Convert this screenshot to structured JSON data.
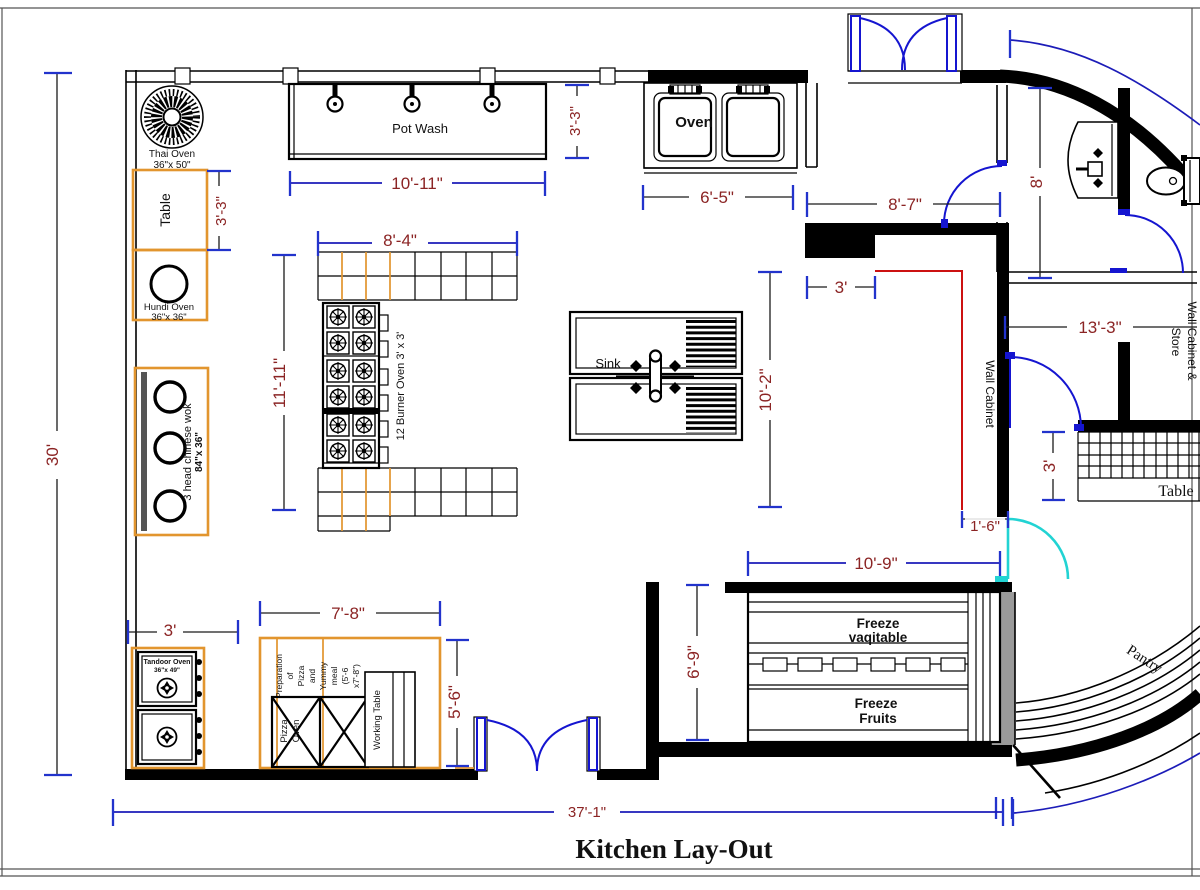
{
  "title": "Kitchen Lay-Out",
  "labels": {
    "thai_oven": "Thai Oven",
    "thai_oven_size": "36\"x 50\"",
    "table_left": "Table",
    "hundi_oven": "Hundi Oven",
    "hundi_oven_size": "36\"x 36\"",
    "wok": "3 head chinese wok",
    "wok_size": "84\"x 36\"",
    "pot_wash": "Pot Wash",
    "oven": "Oven",
    "burner_oven": "12 Burner Oven 3' x 3'",
    "sink": "Sink",
    "wall_cabinet": "Wall Cabinet",
    "wall_cabinet_store_1": "Wall Cabinet &",
    "wall_cabinet_store_2": "Store",
    "table_right": "Table",
    "freeze_veg_1": "Freeze",
    "freeze_veg_2": "vaqitable",
    "freeze_fruit_1": "Freeze",
    "freeze_fruit_2": "Fruits",
    "pantry": "Pantry",
    "tandoor": "Tandoor Oven",
    "tandoor_size": "36\"x 49\"",
    "prep": [
      "Preparation",
      "of",
      "Pizza",
      "and",
      "Yummy",
      "meal",
      "(5'-6",
      "x7'-8\")"
    ],
    "pizza_1": "Pizza",
    "pizza_2": "Oven",
    "working_table": "Working Table"
  },
  "dims": {
    "d30": "30'",
    "d37_1": "37'-1\"",
    "d3_3_left": "3'-3\"",
    "d10_11": "10'-11\"",
    "d3_3_pot": "3'-3\"",
    "d8_4": "8'-4\"",
    "d11_11": "11'-11\"",
    "d6_5": "6'-5\"",
    "d8_7": "8'-7\"",
    "d3_top": "3'",
    "d8": "8'",
    "d13_3": "13'-3\"",
    "d10_2": "10'-2\"",
    "d3_right": "3'",
    "d1_6": "1'-6\"",
    "d10_9": "10'-9\"",
    "d6_9": "6'-9\"",
    "d7_8": "7'-8\"",
    "d3_tandoor": "3'",
    "d5_6": "5'-6\""
  },
  "colors": {
    "wall": "#000000",
    "dimension_text": "#8b2424",
    "dimension_line": "#1c1cb8",
    "tick_blue": "#2233cc",
    "counter_orange": "#e2952e",
    "cabinet_red": "#cc1111",
    "door_blue": "#1515d0",
    "door_cyan": "#22d3d3"
  }
}
